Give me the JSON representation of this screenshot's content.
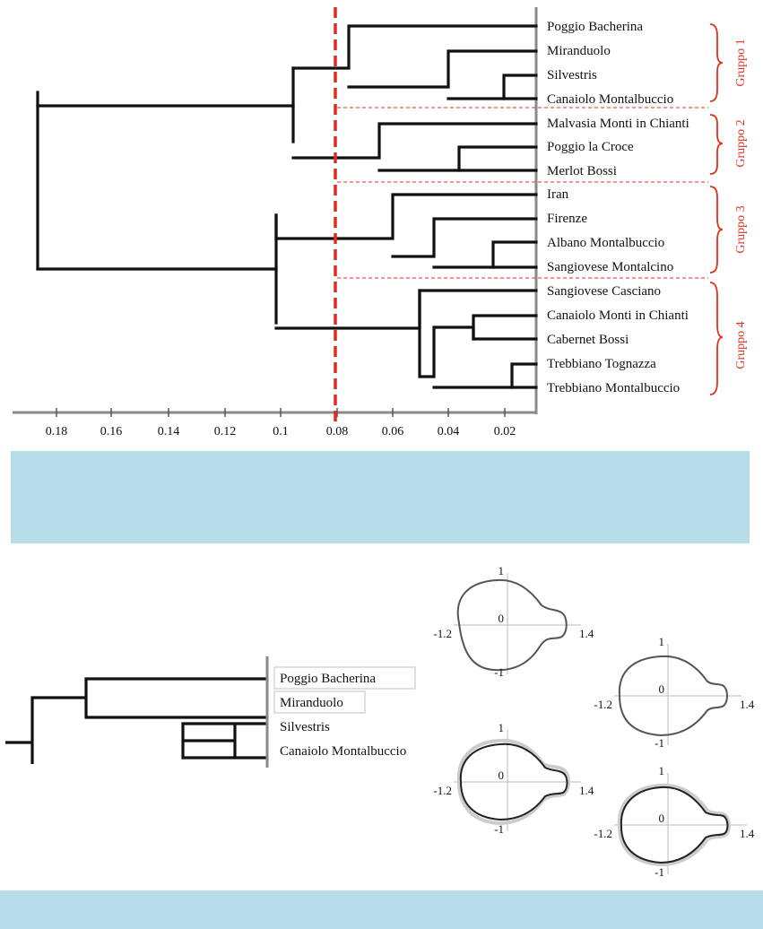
{
  "top": {
    "leaves": [
      "Poggio Bacherina",
      "Miranduolo",
      "Silvestris",
      "Canaiolo Montalbuccio",
      "Malvasia Monti in Chianti",
      "Poggio la Croce",
      "Merlot Bossi",
      "Iran",
      "Firenze",
      "Albano Montalbuccio",
      "Sangiovese Montalcino",
      "Sangiovese Casciano",
      "Canaiolo Monti in Chianti",
      "Cabernet Bossi",
      "Trebbiano Tognazza",
      "Trebbiano Montalbuccio"
    ],
    "ticks": [
      "0.18",
      "0.16",
      "0.14",
      "0.12",
      "0.1",
      "0.08",
      "0.06",
      "0.04",
      "0.02"
    ],
    "groups": [
      "Gruppo 1",
      "Gruppo 2",
      "Gruppo 3",
      "Gruppo 4"
    ],
    "cut_value": 0.08,
    "colors": {
      "cut_line": "#e02b20",
      "group": "#e03020",
      "band": "#b7dde8"
    }
  },
  "bottom": {
    "leaves": [
      "Poggio Bacherina",
      "Miranduolo",
      "Silvestris",
      "Canaiolo Montalbuccio"
    ],
    "shape_labels": {
      "top": "1",
      "bottom": "-1",
      "left": "-1.2",
      "right": "1.4",
      "center": "0"
    }
  }
}
